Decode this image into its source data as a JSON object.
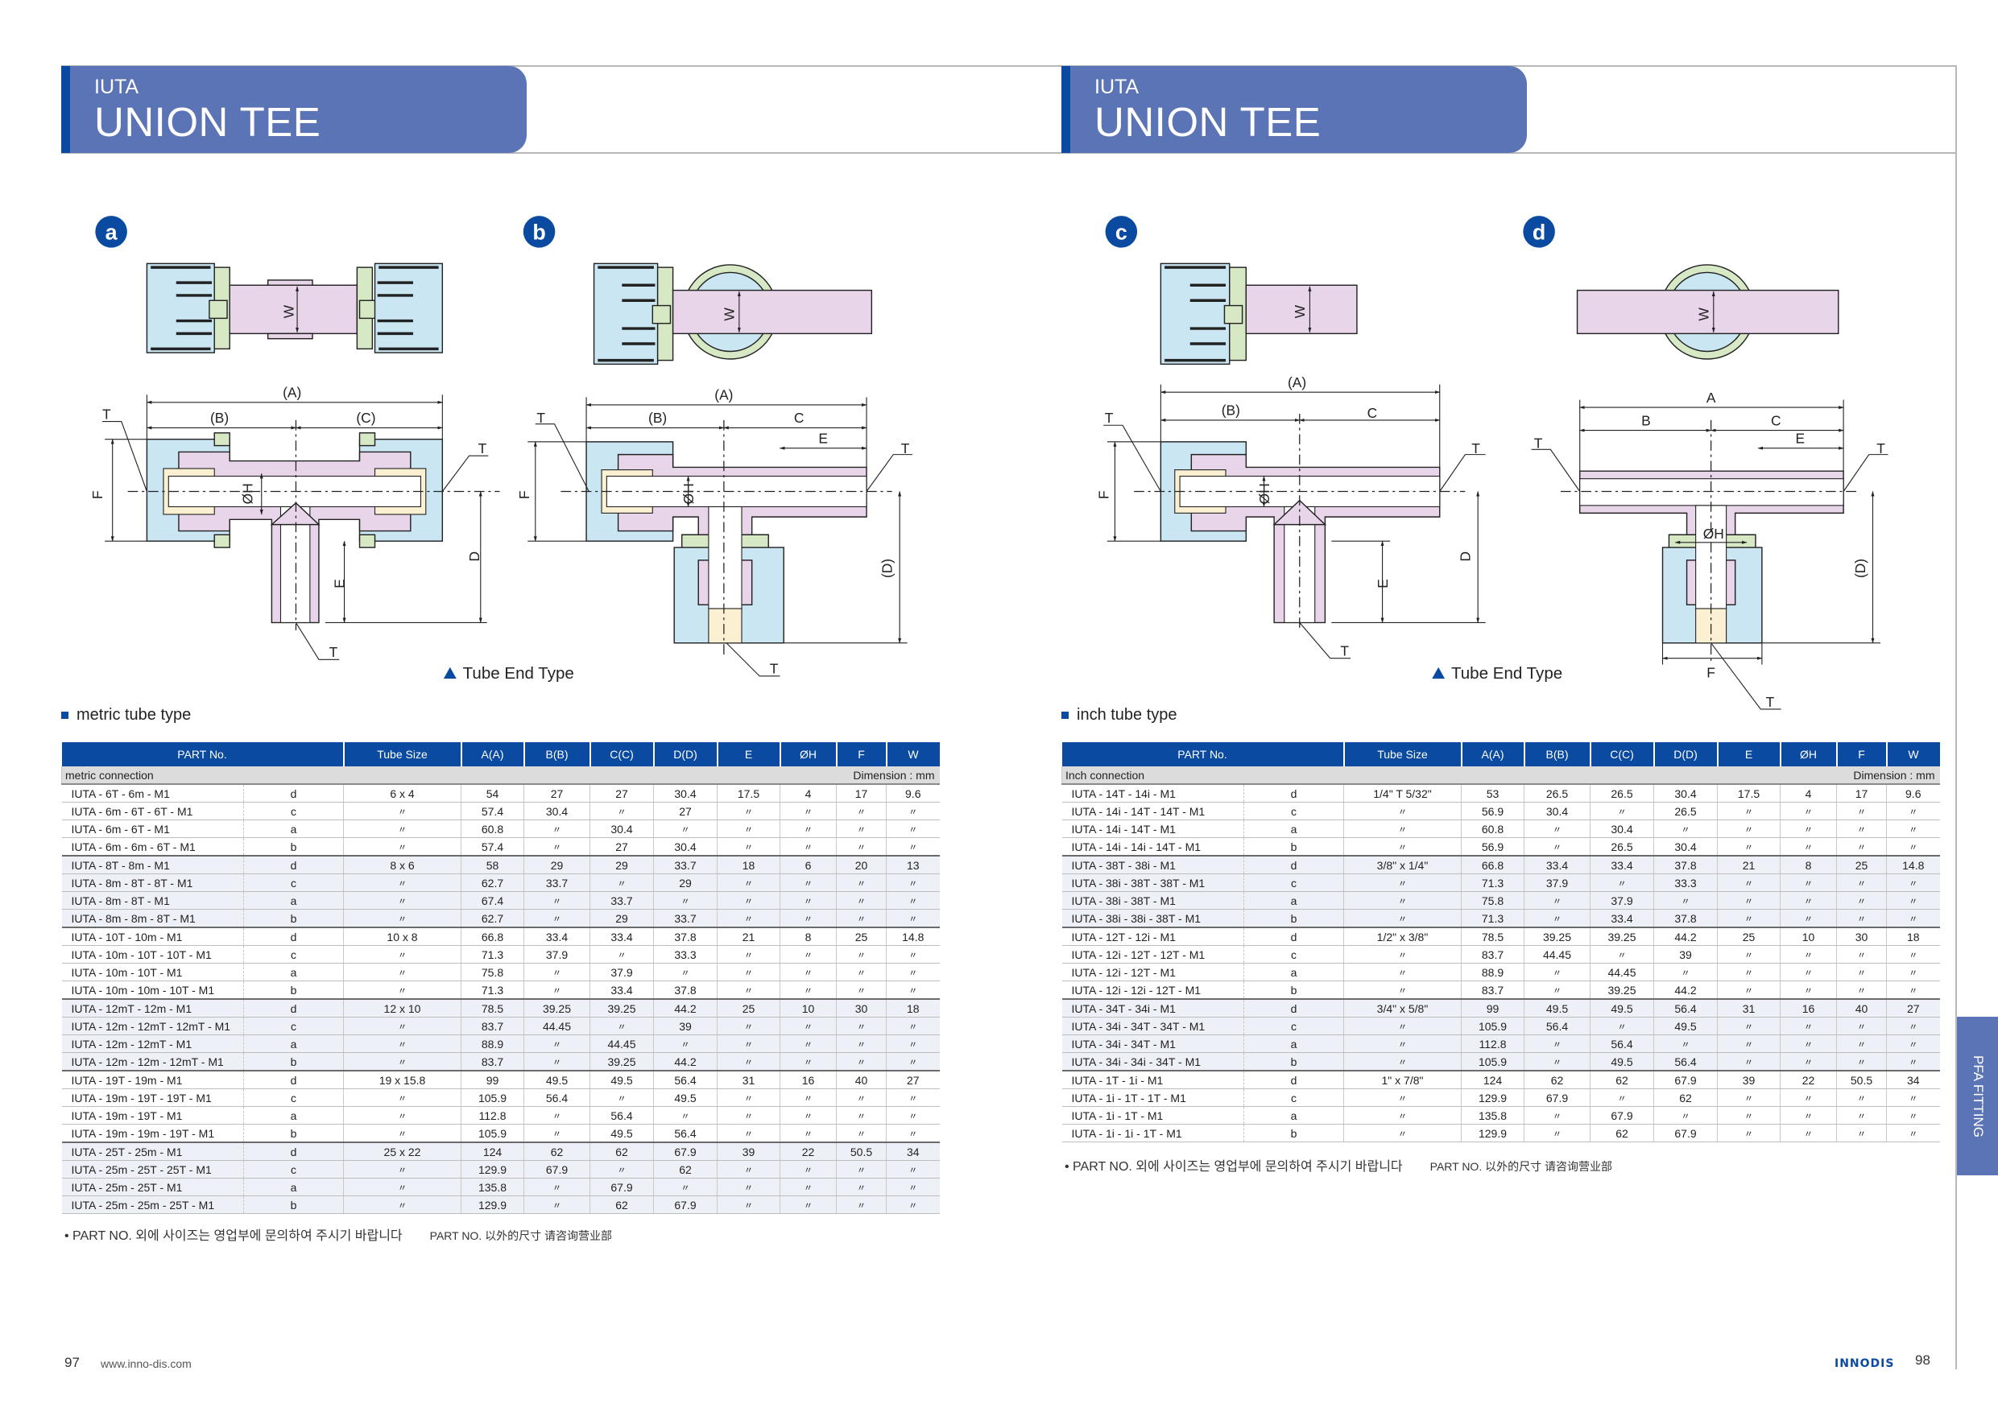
{
  "left_page": {
    "header": {
      "sub": "IUTA",
      "title": "UNION TEE ADAPTOR"
    },
    "tube_end_type": "Tube End Type",
    "section_label": "metric tube type",
    "page_number": "97",
    "website": "www.inno-dis.com"
  },
  "right_page": {
    "header": {
      "sub": "IUTA",
      "title": "UNION TEE ADAPTOR"
    },
    "tube_end_type": "Tube End Type",
    "section_label": "inch tube type",
    "page_number": "98",
    "brand": "INNODIS",
    "side_tab": "PFA FITTING"
  },
  "drawing_badges": {
    "a": "a",
    "b": "b",
    "c": "c",
    "d": "d"
  },
  "dim_labels": {
    "A_paren": "(A)",
    "A": "A",
    "B_paren": "(B)",
    "B": "B",
    "C_paren": "(C)",
    "C": "C",
    "D": "D",
    "D_paren": "(D)",
    "E": "E",
    "F": "F",
    "H": "ØH",
    "T": "T",
    "W": "W"
  },
  "colors": {
    "brand_blue": "#0a4aa0",
    "banner": "#5b74b6",
    "nut_blue": "#c9e6f2",
    "body_pink": "#e8d5ea",
    "ring_green": "#d6e8c4"
  },
  "table_headers": [
    "PART No.",
    "Tube Size",
    "A(A)",
    "B(B)",
    "C(C)",
    "D(D)",
    "E",
    "ØH",
    "F",
    "W"
  ],
  "metric_table": {
    "connection_label": "metric connection",
    "dimension_label": "Dimension : mm",
    "groups": [
      [
        [
          "IUTA - 6T - 6m - M1",
          "d",
          "6 x 4",
          "54",
          "27",
          "27",
          "30.4",
          "17.5",
          "4",
          "17",
          "9.6"
        ],
        [
          "IUTA - 6m - 6T - 6T - M1",
          "c",
          "〃",
          "57.4",
          "30.4",
          "〃",
          "27",
          "〃",
          "〃",
          "〃",
          "〃"
        ],
        [
          "IUTA - 6m - 6T - M1",
          "a",
          "〃",
          "60.8",
          "〃",
          "30.4",
          "〃",
          "〃",
          "〃",
          "〃",
          "〃"
        ],
        [
          "IUTA - 6m - 6m - 6T - M1",
          "b",
          "〃",
          "57.4",
          "〃",
          "27",
          "30.4",
          "〃",
          "〃",
          "〃",
          "〃"
        ]
      ],
      [
        [
          "IUTA - 8T - 8m - M1",
          "d",
          "8 x 6",
          "58",
          "29",
          "29",
          "33.7",
          "18",
          "6",
          "20",
          "13"
        ],
        [
          "IUTA - 8m - 8T - 8T - M1",
          "c",
          "〃",
          "62.7",
          "33.7",
          "〃",
          "29",
          "〃",
          "〃",
          "〃",
          "〃"
        ],
        [
          "IUTA - 8m - 8T - M1",
          "a",
          "〃",
          "67.4",
          "〃",
          "33.7",
          "〃",
          "〃",
          "〃",
          "〃",
          "〃"
        ],
        [
          "IUTA - 8m - 8m - 8T - M1",
          "b",
          "〃",
          "62.7",
          "〃",
          "29",
          "33.7",
          "〃",
          "〃",
          "〃",
          "〃"
        ]
      ],
      [
        [
          "IUTA - 10T - 10m - M1",
          "d",
          "10 x 8",
          "66.8",
          "33.4",
          "33.4",
          "37.8",
          "21",
          "8",
          "25",
          "14.8"
        ],
        [
          "IUTA - 10m - 10T - 10T - M1",
          "c",
          "〃",
          "71.3",
          "37.9",
          "〃",
          "33.3",
          "〃",
          "〃",
          "〃",
          "〃"
        ],
        [
          "IUTA - 10m - 10T - M1",
          "a",
          "〃",
          "75.8",
          "〃",
          "37.9",
          "〃",
          "〃",
          "〃",
          "〃",
          "〃"
        ],
        [
          "IUTA - 10m - 10m - 10T - M1",
          "b",
          "〃",
          "71.3",
          "〃",
          "33.4",
          "37.8",
          "〃",
          "〃",
          "〃",
          "〃"
        ]
      ],
      [
        [
          "IUTA - 12mT - 12m - M1",
          "d",
          "12 x 10",
          "78.5",
          "39.25",
          "39.25",
          "44.2",
          "25",
          "10",
          "30",
          "18"
        ],
        [
          "IUTA - 12m - 12mT - 12mT - M1",
          "c",
          "〃",
          "83.7",
          "44.45",
          "〃",
          "39",
          "〃",
          "〃",
          "〃",
          "〃"
        ],
        [
          "IUTA - 12m - 12mT - M1",
          "a",
          "〃",
          "88.9",
          "〃",
          "44.45",
          "〃",
          "〃",
          "〃",
          "〃",
          "〃"
        ],
        [
          "IUTA - 12m - 12m - 12mT - M1",
          "b",
          "〃",
          "83.7",
          "〃",
          "39.25",
          "44.2",
          "〃",
          "〃",
          "〃",
          "〃"
        ]
      ],
      [
        [
          "IUTA - 19T - 19m - M1",
          "d",
          "19 x 15.8",
          "99",
          "49.5",
          "49.5",
          "56.4",
          "31",
          "16",
          "40",
          "27"
        ],
        [
          "IUTA - 19m - 19T - 19T - M1",
          "c",
          "〃",
          "105.9",
          "56.4",
          "〃",
          "49.5",
          "〃",
          "〃",
          "〃",
          "〃"
        ],
        [
          "IUTA - 19m - 19T - M1",
          "a",
          "〃",
          "112.8",
          "〃",
          "56.4",
          "〃",
          "〃",
          "〃",
          "〃",
          "〃"
        ],
        [
          "IUTA - 19m - 19m - 19T - M1",
          "b",
          "〃",
          "105.9",
          "〃",
          "49.5",
          "56.4",
          "〃",
          "〃",
          "〃",
          "〃"
        ]
      ],
      [
        [
          "IUTA - 25T - 25m - M1",
          "d",
          "25 x 22",
          "124",
          "62",
          "62",
          "67.9",
          "39",
          "22",
          "50.5",
          "34"
        ],
        [
          "IUTA - 25m - 25T - 25T - M1",
          "c",
          "〃",
          "129.9",
          "67.9",
          "〃",
          "62",
          "〃",
          "〃",
          "〃",
          "〃"
        ],
        [
          "IUTA - 25m - 25T - M1",
          "a",
          "〃",
          "135.8",
          "〃",
          "67.9",
          "〃",
          "〃",
          "〃",
          "〃",
          "〃"
        ],
        [
          "IUTA - 25m - 25m - 25T - M1",
          "b",
          "〃",
          "129.9",
          "〃",
          "62",
          "67.9",
          "〃",
          "〃",
          "〃",
          "〃"
        ]
      ]
    ],
    "note_ko": "• PART NO. 외에 사이즈는 영업부에 문의하여 주시기 바랍니다",
    "note_cn": "PART NO. 以外的尺寸 请咨询营业部"
  },
  "inch_table": {
    "connection_label": "Inch connection",
    "dimension_label": "Dimension : mm",
    "groups": [
      [
        [
          "IUTA - 14T - 14i - M1",
          "d",
          "1/4\" T 5/32\"",
          "53",
          "26.5",
          "26.5",
          "30.4",
          "17.5",
          "4",
          "17",
          "9.6"
        ],
        [
          "IUTA - 14i - 14T - 14T - M1",
          "c",
          "〃",
          "56.9",
          "30.4",
          "〃",
          "26.5",
          "〃",
          "〃",
          "〃",
          "〃"
        ],
        [
          "IUTA - 14i - 14T - M1",
          "a",
          "〃",
          "60.8",
          "〃",
          "30.4",
          "〃",
          "〃",
          "〃",
          "〃",
          "〃"
        ],
        [
          "IUTA - 14i - 14i - 14T - M1",
          "b",
          "〃",
          "56.9",
          "〃",
          "26.5",
          "30.4",
          "〃",
          "〃",
          "〃",
          "〃"
        ]
      ],
      [
        [
          "IUTA - 38T - 38i - M1",
          "d",
          "3/8\" x 1/4\"",
          "66.8",
          "33.4",
          "33.4",
          "37.8",
          "21",
          "8",
          "25",
          "14.8"
        ],
        [
          "IUTA - 38i - 38T - 38T - M1",
          "c",
          "〃",
          "71.3",
          "37.9",
          "〃",
          "33.3",
          "〃",
          "〃",
          "〃",
          "〃"
        ],
        [
          "IUTA - 38i - 38T - M1",
          "a",
          "〃",
          "75.8",
          "〃",
          "37.9",
          "〃",
          "〃",
          "〃",
          "〃",
          "〃"
        ],
        [
          "IUTA - 38i - 38i - 38T - M1",
          "b",
          "〃",
          "71.3",
          "〃",
          "33.4",
          "37.8",
          "〃",
          "〃",
          "〃",
          "〃"
        ]
      ],
      [
        [
          "IUTA - 12T - 12i - M1",
          "d",
          "1/2\" x 3/8\"",
          "78.5",
          "39.25",
          "39.25",
          "44.2",
          "25",
          "10",
          "30",
          "18"
        ],
        [
          "IUTA - 12i - 12T - 12T - M1",
          "c",
          "〃",
          "83.7",
          "44.45",
          "〃",
          "39",
          "〃",
          "〃",
          "〃",
          "〃"
        ],
        [
          "IUTA - 12i - 12T - M1",
          "a",
          "〃",
          "88.9",
          "〃",
          "44.45",
          "〃",
          "〃",
          "〃",
          "〃",
          "〃"
        ],
        [
          "IUTA - 12i - 12i - 12T - M1",
          "b",
          "〃",
          "83.7",
          "〃",
          "39.25",
          "44.2",
          "〃",
          "〃",
          "〃",
          "〃"
        ]
      ],
      [
        [
          "IUTA - 34T - 34i - M1",
          "d",
          "3/4\" x 5/8\"",
          "99",
          "49.5",
          "49.5",
          "56.4",
          "31",
          "16",
          "40",
          "27"
        ],
        [
          "IUTA - 34i - 34T - 34T - M1",
          "c",
          "〃",
          "105.9",
          "56.4",
          "〃",
          "49.5",
          "〃",
          "〃",
          "〃",
          "〃"
        ],
        [
          "IUTA - 34i - 34T - M1",
          "a",
          "〃",
          "112.8",
          "〃",
          "56.4",
          "〃",
          "〃",
          "〃",
          "〃",
          "〃"
        ],
        [
          "IUTA - 34i - 34i - 34T - M1",
          "b",
          "〃",
          "105.9",
          "〃",
          "49.5",
          "56.4",
          "〃",
          "〃",
          "〃",
          "〃"
        ]
      ],
      [
        [
          "IUTA - 1T - 1i - M1",
          "d",
          "1\" x 7/8\"",
          "124",
          "62",
          "62",
          "67.9",
          "39",
          "22",
          "50.5",
          "34"
        ],
        [
          "IUTA - 1i - 1T - 1T - M1",
          "c",
          "〃",
          "129.9",
          "67.9",
          "〃",
          "62",
          "〃",
          "〃",
          "〃",
          "〃"
        ],
        [
          "IUTA - 1i - 1T - M1",
          "a",
          "〃",
          "135.8",
          "〃",
          "67.9",
          "〃",
          "〃",
          "〃",
          "〃",
          "〃"
        ],
        [
          "IUTA - 1i - 1i - 1T - M1",
          "b",
          "〃",
          "129.9",
          "〃",
          "62",
          "67.9",
          "〃",
          "〃",
          "〃",
          "〃"
        ]
      ]
    ],
    "note_ko": "• PART NO. 외에 사이즈는 영업부에 문의하여 주시기 바랍니다",
    "note_cn": "PART NO. 以外的尺寸 请咨询营业部"
  }
}
